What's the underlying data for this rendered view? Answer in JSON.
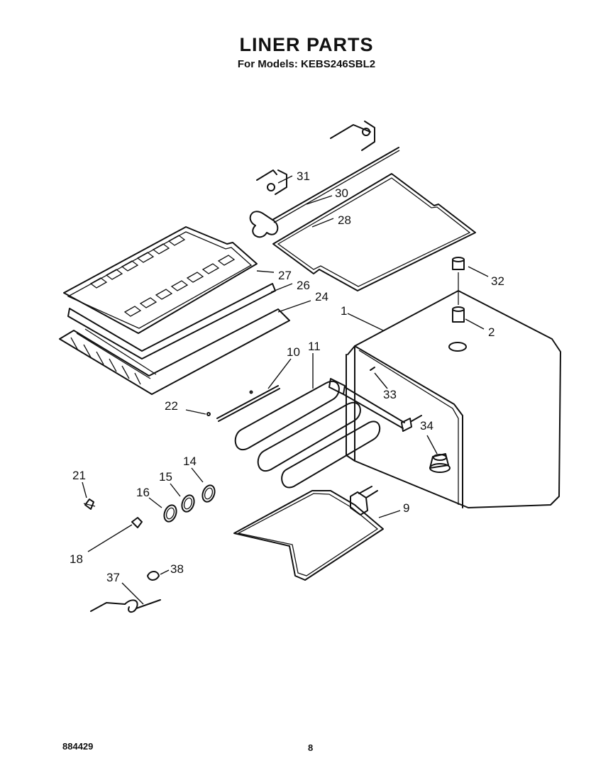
{
  "header": {
    "title": "LINER PARTS",
    "subtitle": "For Models: KEBS246SBL2"
  },
  "footer": {
    "doc_number": "884429",
    "page_number": "8"
  },
  "callouts": {
    "c1": "1",
    "c2": "2",
    "c9": "9",
    "c10": "10",
    "c11": "11",
    "c14": "14",
    "c15": "15",
    "c16": "16",
    "c18": "18",
    "c21": "21",
    "c22": "22",
    "c24": "24",
    "c26": "26",
    "c27": "27",
    "c28": "28",
    "c30": "30",
    "c31": "31",
    "c32": "32",
    "c33": "33",
    "c34": "34",
    "c37": "37",
    "c38": "38"
  }
}
